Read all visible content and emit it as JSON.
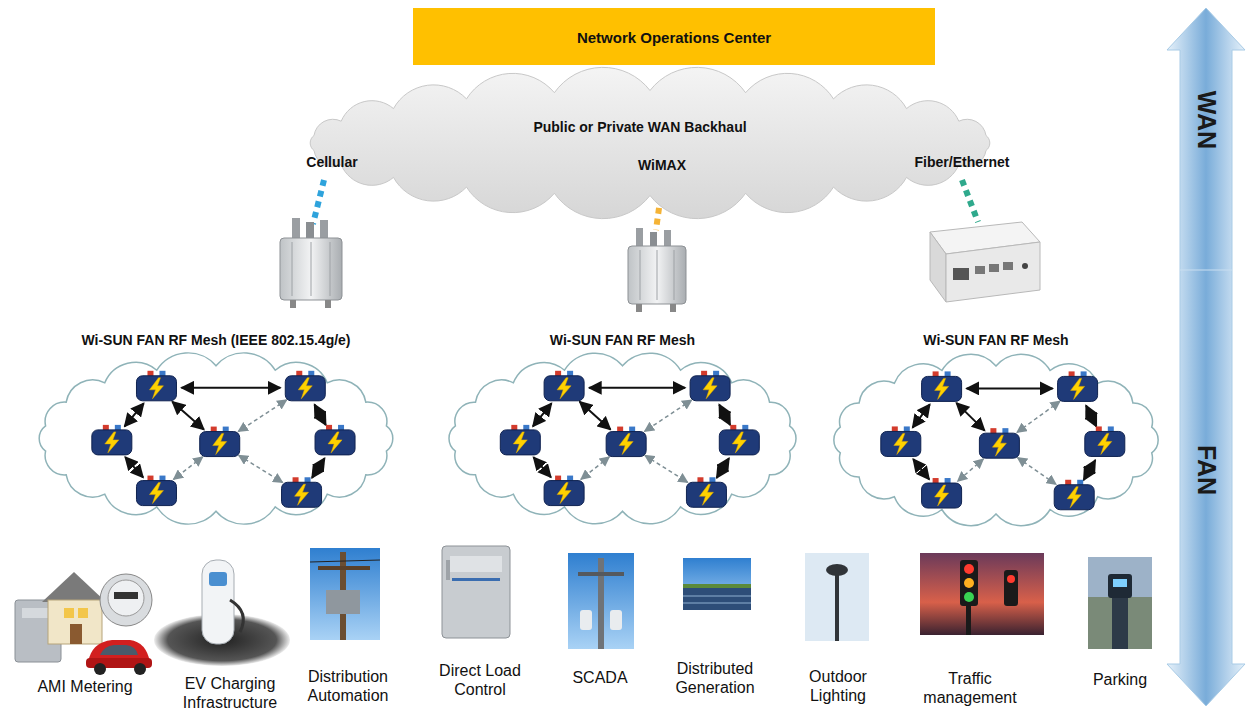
{
  "diagram": {
    "nodes": [
      {
        "text": [
          "Network Operations Center"
        ]
      },
      {
        "text": [
          "Public or Private WAN Backhaul",
          "Cellular",
          "WiMAX",
          "Fiber/Ethernet"
        ]
      },
      {
        "text": [
          "Wi-SUN FAN RF Mesh (IEEE 802.15.4g/e)"
        ]
      },
      {
        "text": [
          "Wi-SUN FAN RF Mesh"
        ]
      },
      {
        "text": [
          "Wi-SUN FAN RF Mesh"
        ]
      },
      {
        "text": [
          "WAN",
          "FAN"
        ]
      }
    ],
    "labels": [
      "AMI Metering",
      "EV Charging Infrastructure",
      "Distribution Automation",
      "Direct Load Control",
      "SCADA",
      "Distributed Generation",
      "Outdoor Lighting",
      "Traffic management",
      "Parking"
    ]
  }
}
